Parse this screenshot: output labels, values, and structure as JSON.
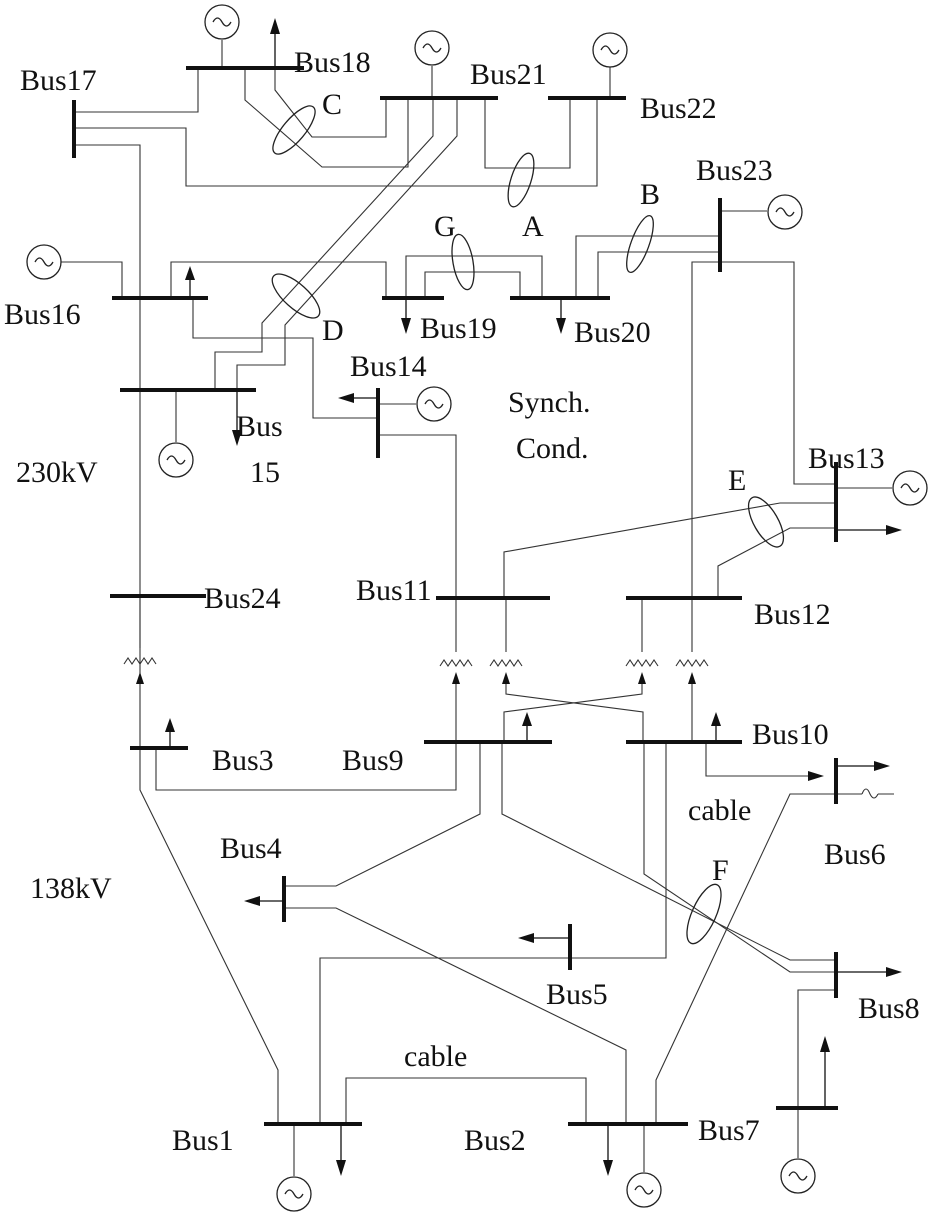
{
  "colors": {
    "line": "#333333",
    "bus": "#111111",
    "text": "#111111",
    "background": "#ffffff"
  },
  "buses": {
    "b1": "Bus1",
    "b2": "Bus2",
    "b3": "Bus3",
    "b4": "Bus4",
    "b5": "Bus5",
    "b6": "Bus6",
    "b7": "Bus7",
    "b8": "Bus8",
    "b9": "Bus9",
    "b10": "Bus10",
    "b11": "Bus11",
    "b12": "Bus12",
    "b13": "Bus13",
    "b14": "Bus14",
    "b15a": "Bus",
    "b15b": "15",
    "b16": "Bus16",
    "b17": "Bus17",
    "b18": "Bus18",
    "b19": "Bus19",
    "b20": "Bus20",
    "b21": "Bus21",
    "b22": "Bus22",
    "b23": "Bus23",
    "b24": "Bus24"
  },
  "corridors": {
    "A": "A",
    "B": "B",
    "C": "C",
    "D": "D",
    "E": "E",
    "F": "F",
    "G": "G"
  },
  "labels": {
    "v230": "230kV",
    "v138": "138kV",
    "synch1": "Synch.",
    "synch2": "Cond.",
    "cable_upper": "cable",
    "cable_lower": "cable"
  },
  "icons": {
    "generator": "generator-icon",
    "load": "load-arrow-icon",
    "transformer": "transformer-icon"
  }
}
